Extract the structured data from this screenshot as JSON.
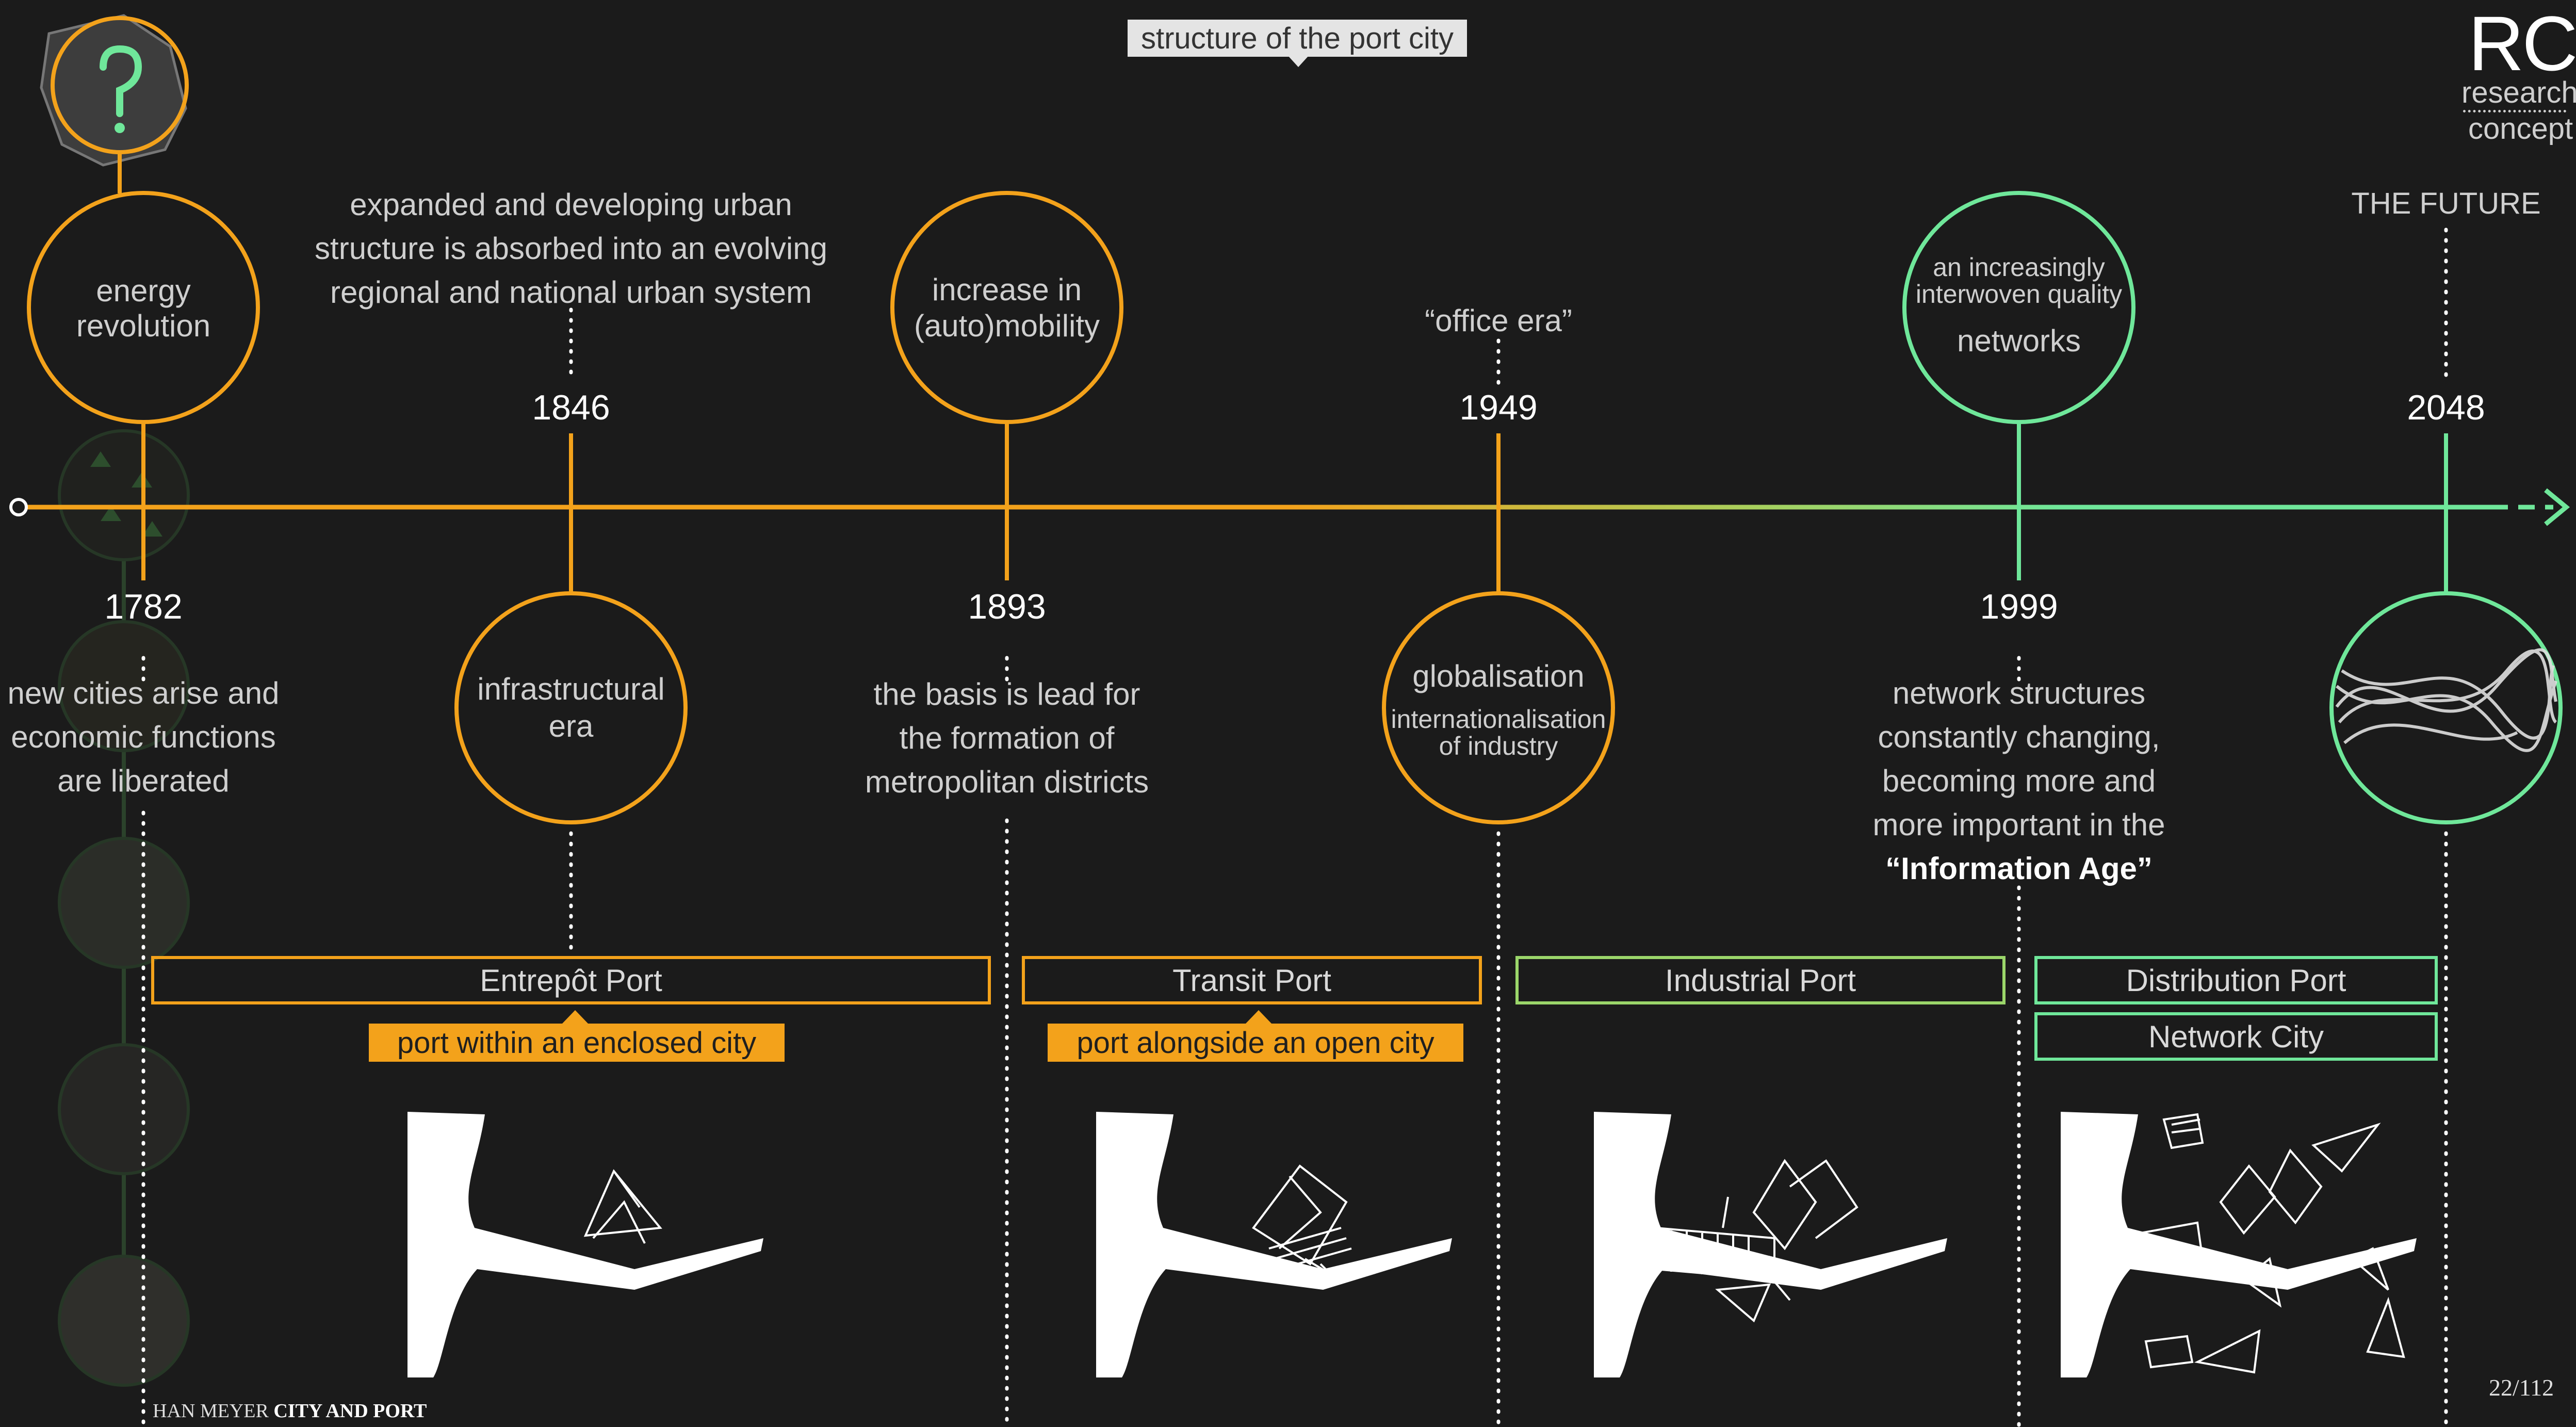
{
  "title": "structure of the port city",
  "logo": {
    "letters": "RC",
    "line1": "research",
    "line2": "concept"
  },
  "future_label": "THE FUTURE",
  "colors": {
    "orange": "#f3a21b",
    "green": "#6fe79a",
    "background": "#1b1b1b",
    "text": "#cfcfcf"
  },
  "question_icon": "question-mark-icon",
  "upper_circles": [
    {
      "text": [
        "energy",
        "revolution"
      ]
    },
    {
      "text": [
        "increase in",
        "(auto)mobility"
      ]
    },
    {
      "text": [
        "an increasingly",
        "interwoven quality",
        "networks"
      ]
    }
  ],
  "lower_circles": [
    {
      "text": [
        "infrastructural",
        "era"
      ]
    },
    {
      "text": [
        "globalisation",
        "internationalisation",
        "of industry"
      ]
    }
  ],
  "upper_notes": [
    {
      "lines": [
        "expanded and developing urban",
        "structure is absorbed into an evolving",
        "regional and national urban system"
      ]
    },
    {
      "lines": [
        "“office era”"
      ]
    }
  ],
  "years_upper": [
    "1846",
    "1949",
    "2048"
  ],
  "years_lower": [
    "1782",
    "1893",
    "1999"
  ],
  "lower_notes": [
    {
      "lines": [
        "new cities arise and",
        "economic functions",
        "are liberated"
      ]
    },
    {
      "lines": [
        "the basis is lead for",
        "the formation of",
        "metropolitan districts"
      ]
    },
    {
      "lines": [
        "network structures",
        "constantly changing,",
        "becoming more and",
        "more important in the"
      ],
      "emphasis": "“Information Age”"
    }
  ],
  "port_types": [
    "Entrepôt Port",
    "Transit Port",
    "Industrial Port",
    "Distribution Port",
    "Network City"
  ],
  "port_subtitles": [
    "port within an enclosed city",
    "port alongside an open city"
  ],
  "footer": {
    "author": "HAN MEYER",
    "book": "CITY AND PORT"
  },
  "page_number": "22/112"
}
